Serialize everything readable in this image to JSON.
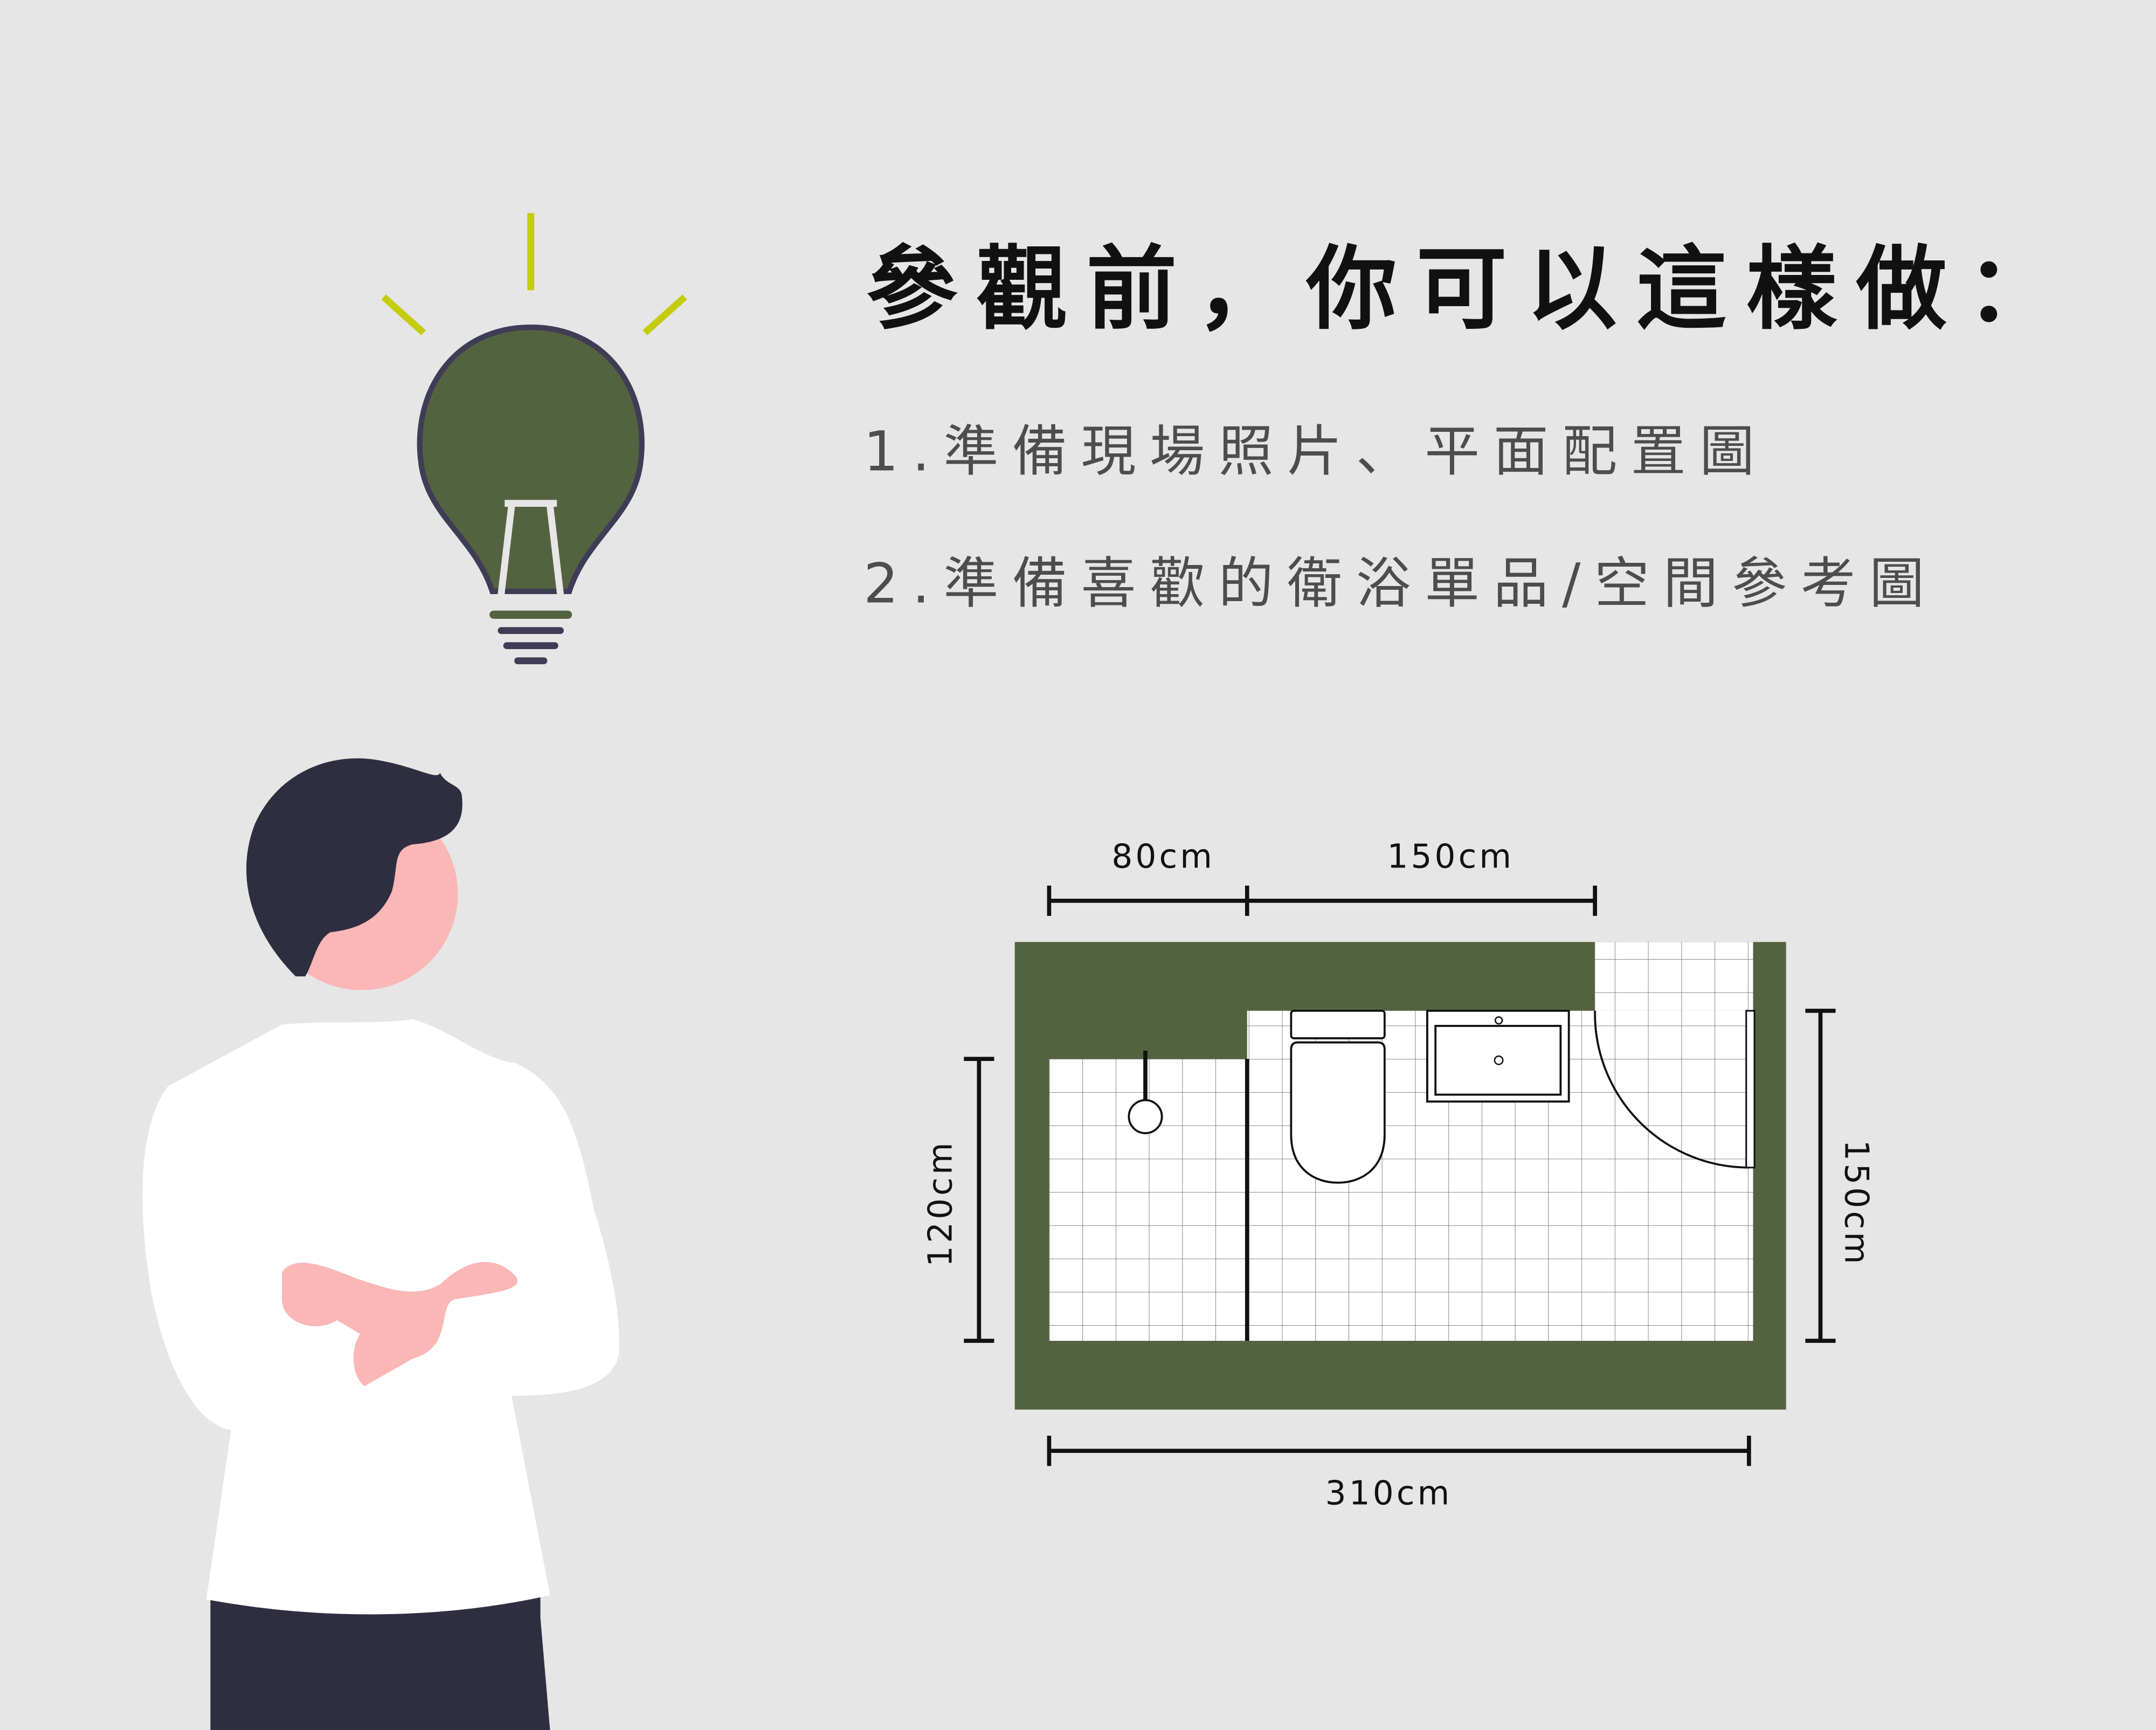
{
  "heading": "參觀前，你可以這樣做：",
  "steps": [
    "1.準備現場照片、平面配置圖",
    "2.準備喜歡的衛浴單品/空間參考圖"
  ],
  "floor_plan": {
    "dim_top_left": "80cm",
    "dim_top_right": "150cm",
    "dim_left": "120cm",
    "dim_right": "150cm",
    "dim_bottom": "310cm"
  },
  "colors": {
    "background": "#e6e6e6",
    "wall_green": "#536340",
    "bulb_ray": "#c5cc0c",
    "hair": "#2f2e41",
    "skin": "#fbb6b6"
  }
}
